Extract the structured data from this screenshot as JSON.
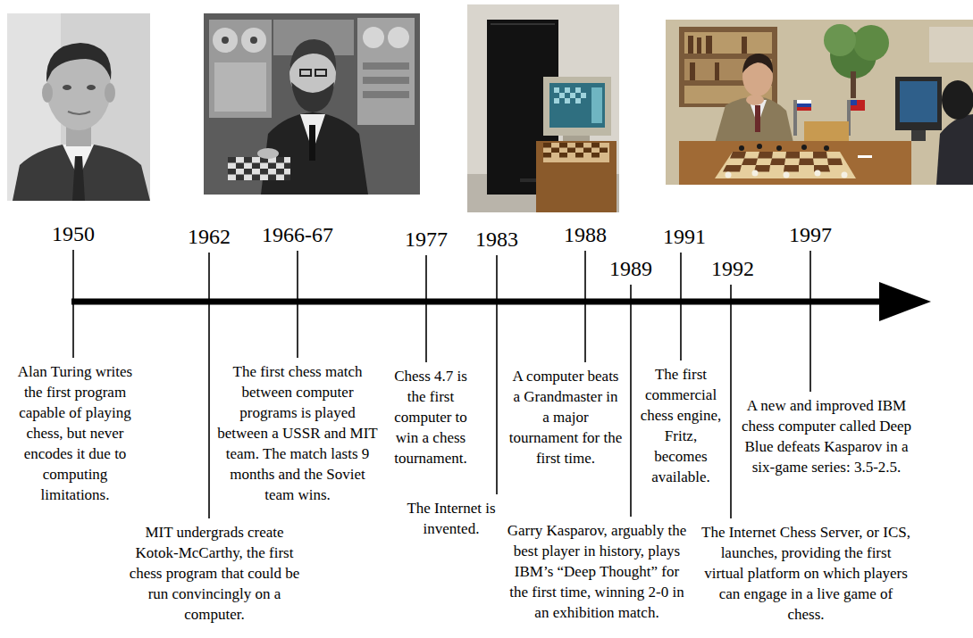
{
  "diagram": {
    "labels": [
      "1950",
      "1962",
      "1966-67",
      "1977",
      "1983",
      "1988",
      "1989",
      "1991",
      "1992",
      "1997",
      "Alan Turing writes the first program capable of playing chess, but never encodes it due to computing limitations.",
      "MIT undergrads create Kotok-McCarthy, the first chess program that could be run convincingly on a computer.",
      "The first chess match between computer programs is played between a USSR and MIT team. The match lasts 9 months and the Soviet team wins.",
      "Chess 4.7 is the first computer to win a chess tournament.",
      "The Internet is invented.",
      "A computer beats a Grandmaster in a major tournament for the first time.",
      "Garry Kasparov, arguably the best player in history, plays IBM’s “Deep Thought” for the first time, winning 2-0 in an exhibition match.",
      "The first commercial chess engine, Fritz, becomes available.",
      "The Internet Chess Server, or ICS, launches, providing the first virtual platform on which players can engage in a live game of chess.",
      "A new and improved IBM chess computer called Deep Blue defeats Kasparov in a six-game series: 3.5-2.5."
    ]
  }
}
